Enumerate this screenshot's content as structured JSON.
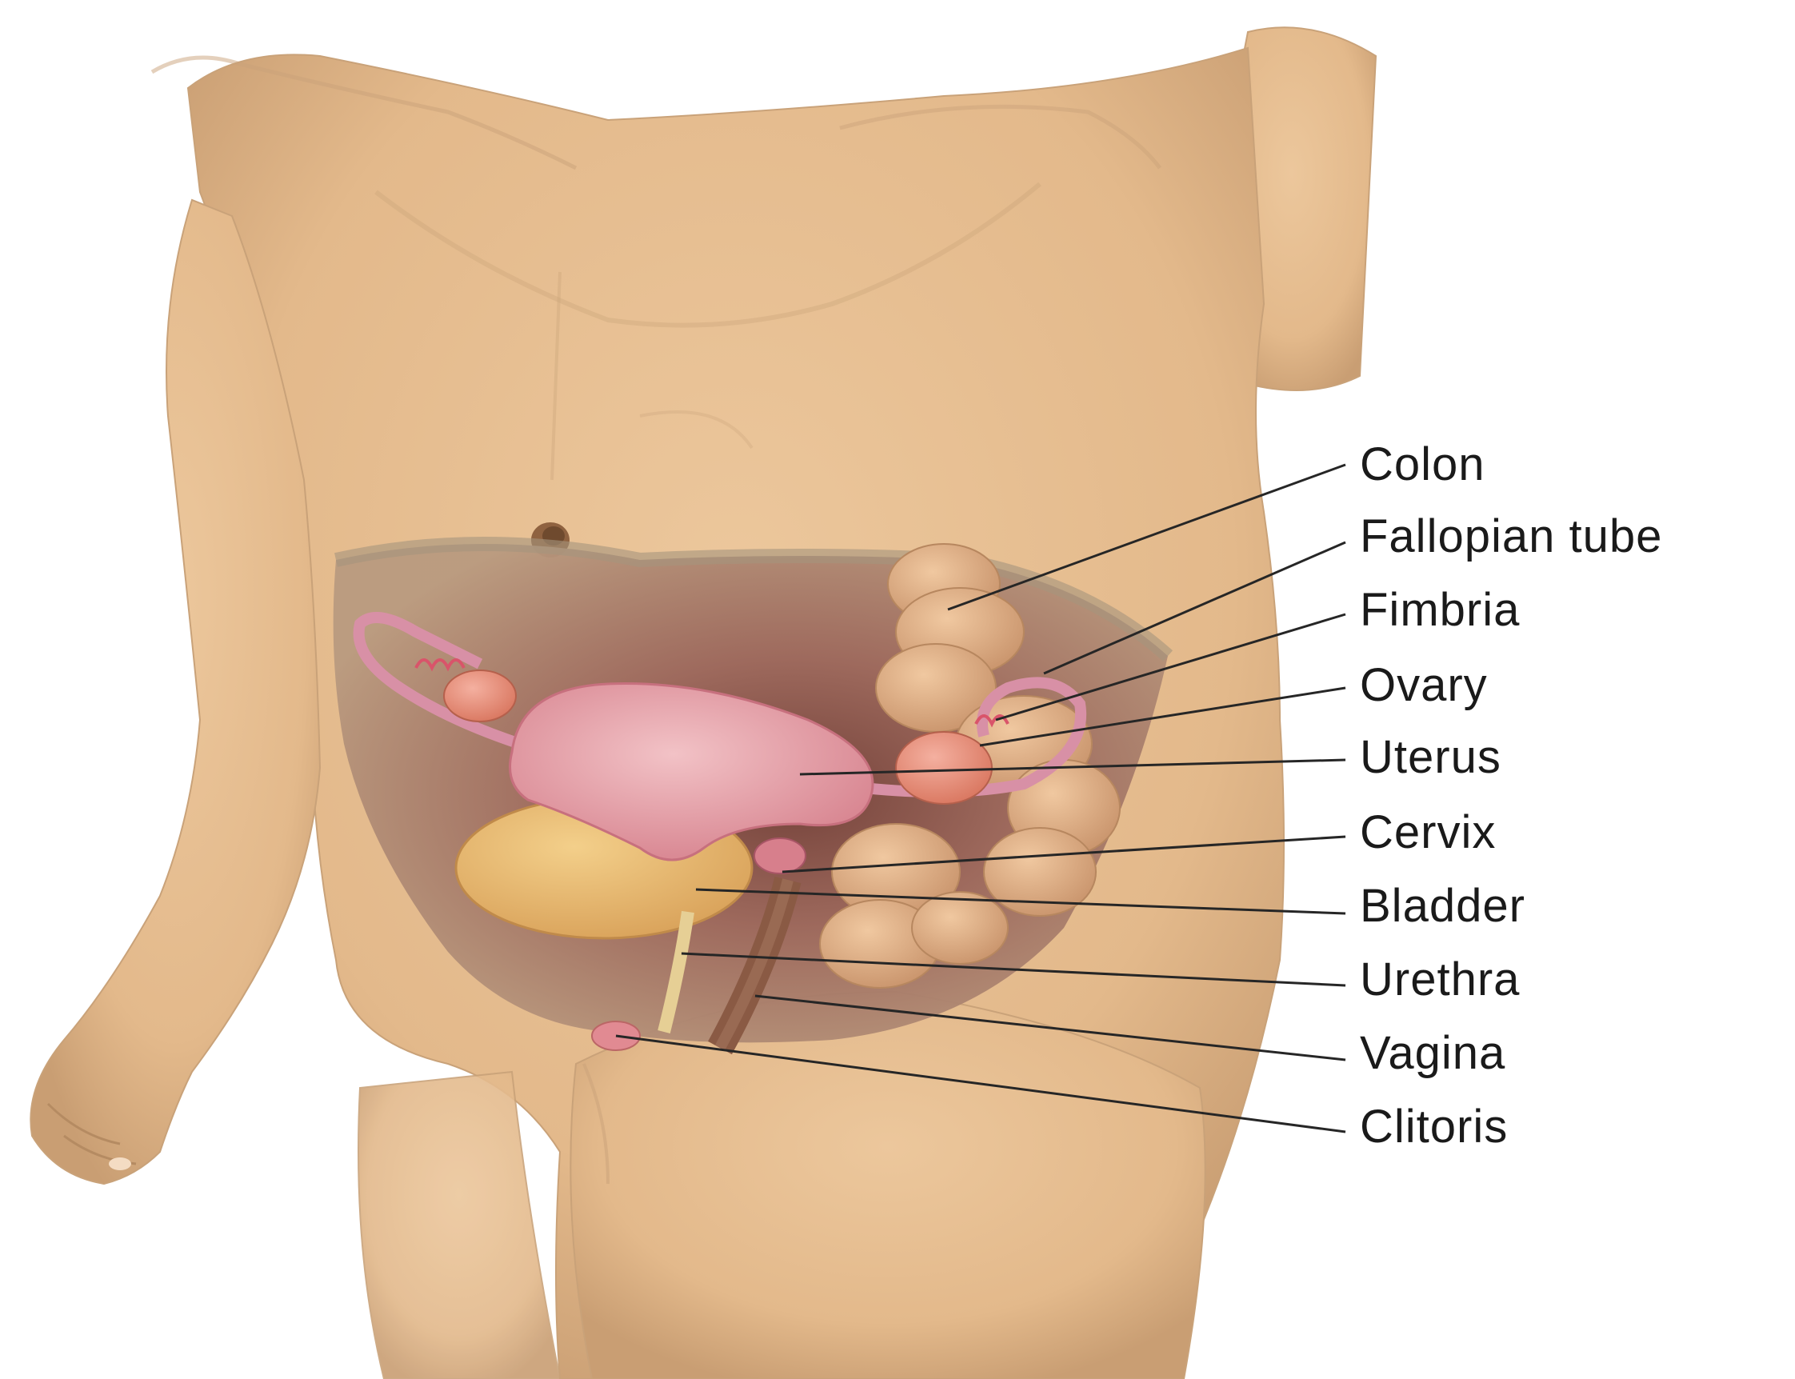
{
  "labels": {
    "colon": "Colon",
    "fallopian_tube": "Fallopian tube",
    "fimbria": "Fimbria",
    "ovary": "Ovary",
    "uterus": "Uterus",
    "cervix": "Cervix",
    "bladder": "Bladder",
    "urethra": "Urethra",
    "vagina": "Vagina",
    "clitoris": "Clitoris"
  },
  "colors": {
    "skin": "#e7bf92",
    "skin_shadow": "#c9a279",
    "cavity": "#9c6a5a",
    "uterus": "#e8a3ab",
    "tube": "#d890a6",
    "ovary": "#e98a7a",
    "colon": "#e0b088",
    "bladder": "#e6b867",
    "vagina": "#8a5a44",
    "leader": "#262626"
  }
}
